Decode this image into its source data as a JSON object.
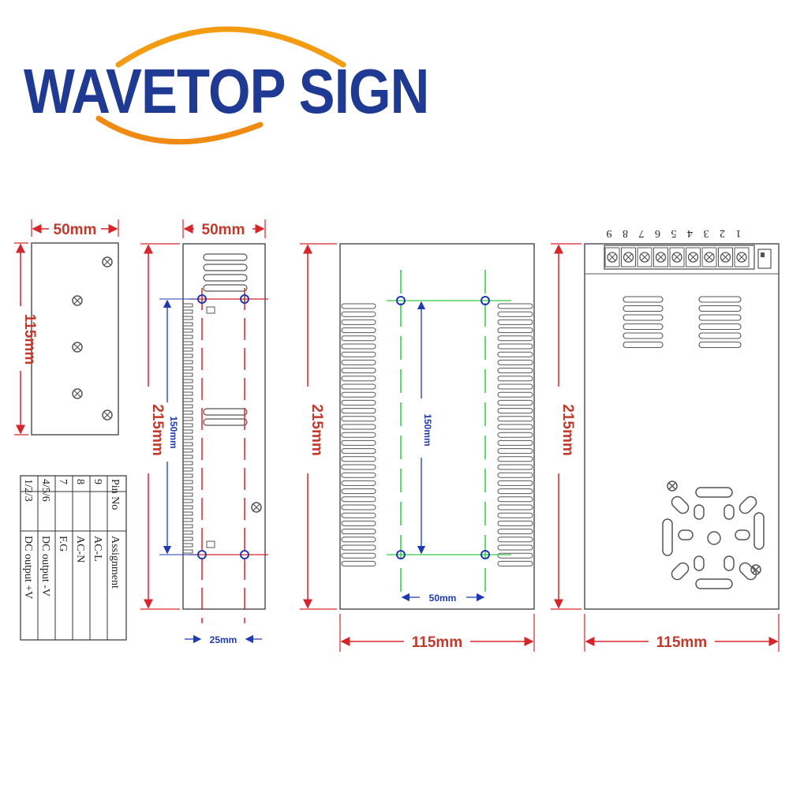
{
  "logo": {
    "brand": "WAVETOP SIGN",
    "arc_color": "#f39c12",
    "text_color": "#1f3a93"
  },
  "colors": {
    "dimension": "#d7262b",
    "dimension_blue": "#1f3ab0",
    "centerline": "#2ecc40",
    "outline": "#555555"
  },
  "side_view": {
    "width_label": "50mm",
    "height_label": "115mm"
  },
  "front_view": {
    "width_label": "50mm",
    "height_label": "215mm",
    "hole_span_label": "150mm",
    "hole_pitch_label": "25mm"
  },
  "bottom_view": {
    "height_label": "215mm",
    "width_label": "115mm",
    "hole_span_label": "150mm",
    "hole_pitch_label": "50mm"
  },
  "top_view": {
    "height_label": "215mm",
    "width_label": "115mm",
    "terminal_numbers": [
      "9",
      "8",
      "7",
      "6",
      "5",
      "4",
      "3",
      "2",
      "1"
    ]
  },
  "pin_table": {
    "header": {
      "pin": "Pin No",
      "assignment": "Assignment"
    },
    "rows": [
      {
        "pin": "9",
        "assignment": "AC-L"
      },
      {
        "pin": "8",
        "assignment": "AC-N"
      },
      {
        "pin": "7",
        "assignment": "F.G"
      },
      {
        "pin": "4/5/6",
        "assignment": "DC output -V"
      },
      {
        "pin": "1/2/3",
        "assignment": "DC output +V"
      }
    ]
  }
}
